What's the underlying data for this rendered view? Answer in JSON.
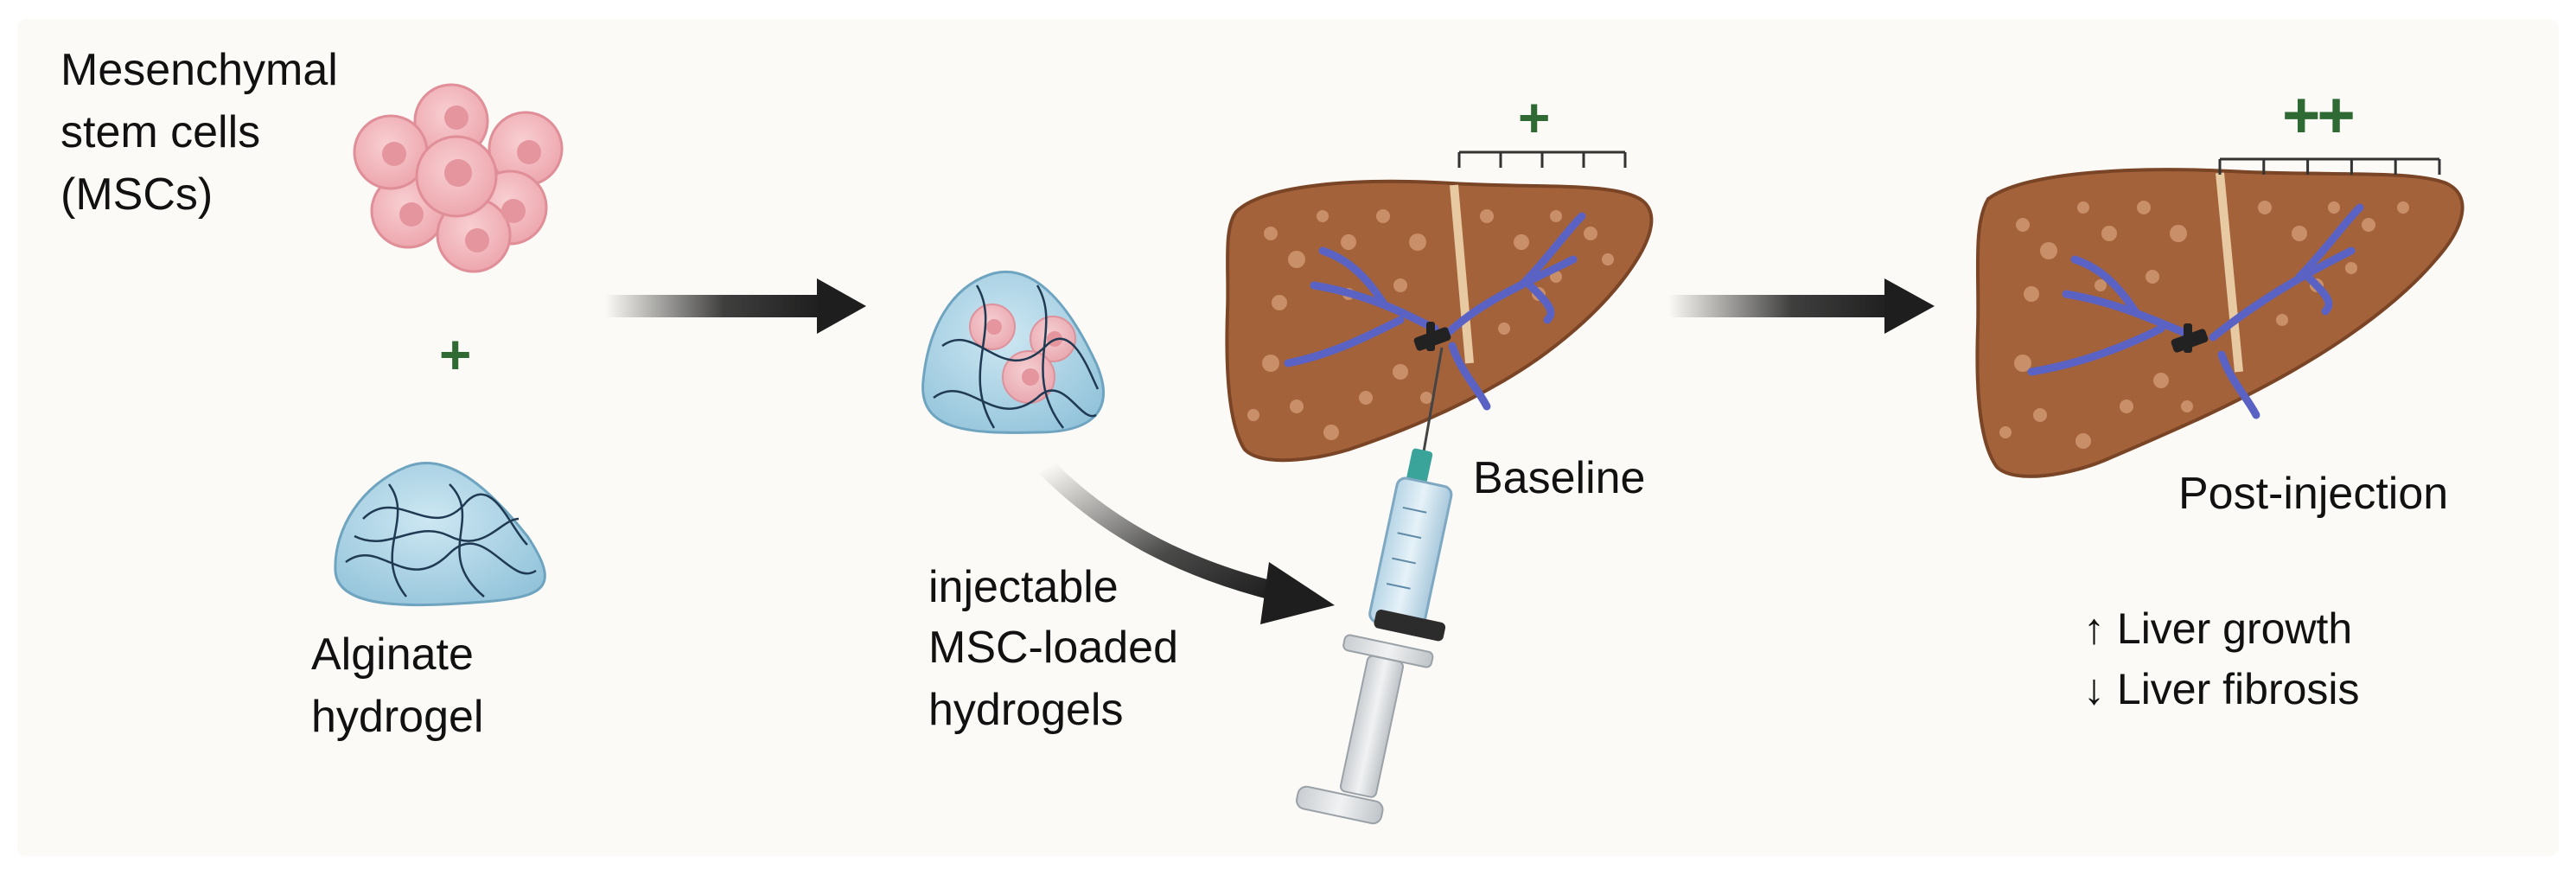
{
  "labels": {
    "msc_line1": "Mesenchymal",
    "msc_line2": "stem cells",
    "msc_line3": "(MSCs)",
    "plus": "+",
    "alginate_line1": "Alginate",
    "alginate_line2": "hydrogel",
    "injectable_line1": "injectable",
    "injectable_line2": "MSC-loaded",
    "injectable_line3": "hydrogels",
    "baseline": "Baseline",
    "baseline_score": "+",
    "post_injection": "Post-injection",
    "post_score": "++",
    "outcome_growth": "↑ Liver growth",
    "outcome_fibrosis": "↓ Liver fibrosis"
  },
  "colors": {
    "plus_green": "#2f6a34",
    "cell_pink": "#f2b8bd",
    "hydrogel_blue": "#a9d3e6",
    "liver_brown": "#a4623b",
    "vessel_purple": "#5a63c4",
    "arrow_dark": "#1e1e1e"
  },
  "scales": {
    "baseline_ticks": 3,
    "post_ticks": 4
  }
}
